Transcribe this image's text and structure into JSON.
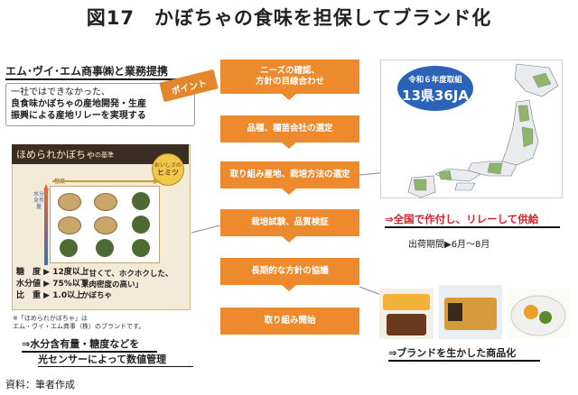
{
  "title": "図17　かぼちゃの食味を担保してブランド化",
  "partner": {
    "heading": "エム･ヴイ･エム商事㈱と業務提携",
    "quote": [
      "一社ではできなかった、",
      "良食味かぼちゃの産地開発・生産",
      "振興による産地リレーを実現する"
    ],
    "point_label": "ポイント"
  },
  "brand": {
    "name": "ほめられかぼちゃ",
    "subtitle": "の基準",
    "badge": [
      "おいしさの",
      "ヒミツ"
    ],
    "axis_top": "糖度",
    "axis_left": "水分含有量",
    "stats": [
      {
        "label": "糖　度",
        "value": "▶ 12度以上"
      },
      {
        "label": "水分値",
        "value": "▶ 75%以下"
      },
      {
        "label": "比　重",
        "value": "▶ 1.0以上"
      }
    ],
    "description": [
      "「甘くて、ホクホクした、",
      "果肉密度の高い」",
      "かぼちゃ"
    ],
    "footnote": [
      "※「ほめられかぼちゃ」は",
      "エム・ヴイ・エム商事（株）のブランドです。"
    ],
    "note": [
      "⇒水分含有量・糖度などを",
      "光センサーによって数値管理"
    ]
  },
  "flow": [
    {
      "label": "ニーズの確認、\n方針の目線合わせ"
    },
    {
      "label": "品種、種苗会社の選定"
    },
    {
      "label": "取り組み産地、栽培方法の選定"
    },
    {
      "label": "栽培試験、品質検証"
    },
    {
      "label": "長期的な方針の協議"
    },
    {
      "label": "取り組み開始"
    }
  ],
  "map": {
    "badge_line1": "令和６年度取組",
    "badge_line2": "13県36JA",
    "colors": {
      "highlight": "#8fb56a",
      "base": "#e9ecef",
      "border": "#7a7a7a"
    }
  },
  "supply_note": "⇒全国で作付し、リレーして供給",
  "period": "出荷期間▶6月～8月",
  "products_note": "⇒ブランドを生かした商品化",
  "source": "資料：筆者作成",
  "colors": {
    "flow": "#ed8a2e",
    "badge": "#2a63b8",
    "supply": "#d2232a"
  }
}
